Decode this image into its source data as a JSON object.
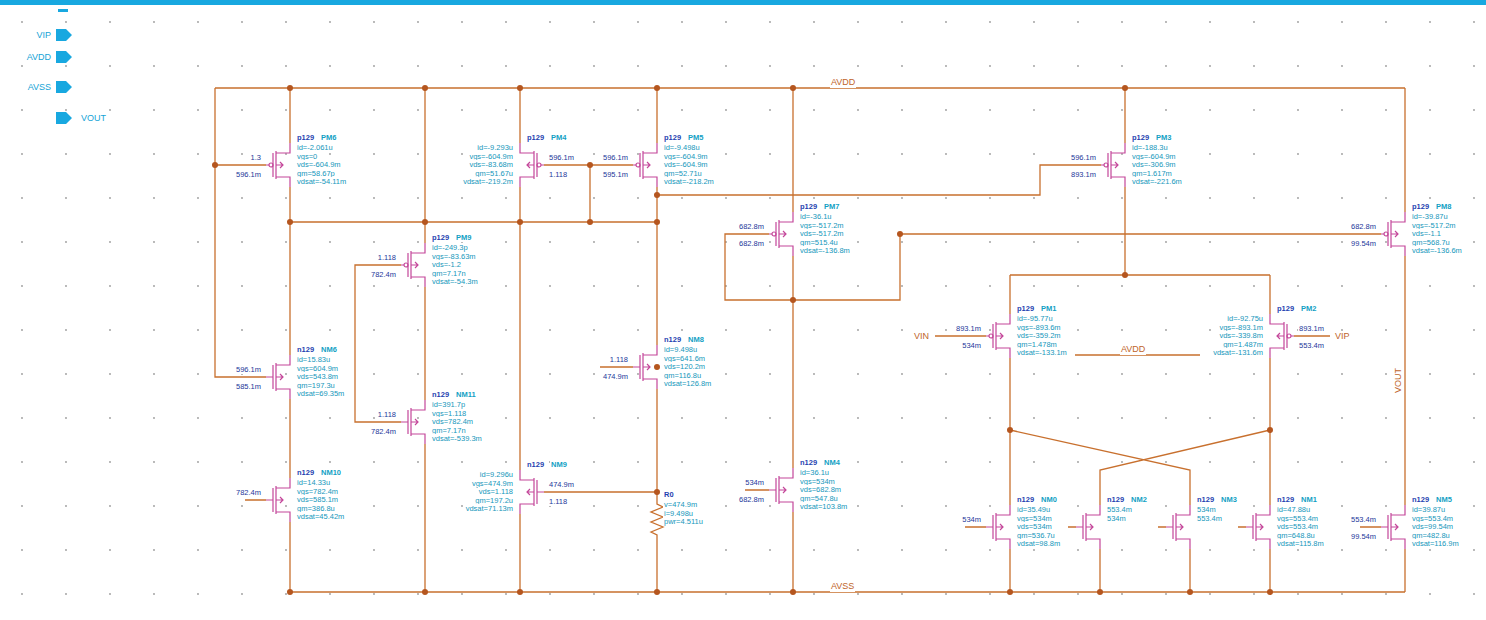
{
  "diagram": {
    "labels": [
      "VIP",
      "AVDD",
      "AVSS",
      "VOUT",
      "AVDD",
      "AVSS",
      "AVDD",
      "VIN",
      "VIP",
      "VOUT",
      "p129",
      "PM6",
      "id=-2.061u",
      "vgs=0",
      "vds=-604.9m",
      "gm=58.67p",
      "vdsat=-54.11m",
      "1.3",
      "596.1m",
      "p129",
      "PM9",
      "id=-249.3p",
      "vgs=-83.63m",
      "vds=-1.2",
      "gm=7.17n",
      "vdsat=-54.3m",
      "1.118",
      "782.4m",
      "p129",
      "PM4",
      "id=-9.293u",
      "vgs=-604.9m",
      "vds=-83.68m",
      "gm=51.67u",
      "vdsat=-219.2m",
      "596.1m",
      "1.118",
      "p129",
      "PM5",
      "id=-9.498u",
      "vgs=-604.9m",
      "vds=-604.9m",
      "gm=52.71u",
      "vdsat=-218.2m",
      "596.1m",
      "595.1m",
      "p129",
      "PM3",
      "id=-188.3u",
      "vgs=-604.9m",
      "vds=-306.9m",
      "gm=1.617m",
      "vdsat=-221.6m",
      "596.1m",
      "893.1m",
      "p129",
      "PM7",
      "id=-36.1u",
      "vgs=-517.2m",
      "vds=-517.2m",
      "gm=515.4u",
      "vdsat=-136.8m",
      "682.8m",
      "682.8m",
      "p129",
      "PM8",
      "id=-39.87u",
      "vgs=-517.2m",
      "vds=-1.1",
      "gm=568.7u",
      "vdsat=-136.6m",
      "682.8m",
      "99.54m",
      "p129",
      "PM1",
      "id=-95.77u",
      "vgs=-893.6m",
      "vds=-359.2m",
      "gm=1.478m",
      "vdsat=-133.1m",
      "893.1m",
      "534m",
      "p129",
      "PM2",
      "id=-92.75u",
      "vgs=-893.1m",
      "vds=-339.8m",
      "gm=1.487m",
      "vdsat=-131.6m",
      "893.1m",
      "553.4m",
      "n129",
      "NM6",
      "id=15.83u",
      "vgs=604.9m",
      "vds=543.8m",
      "gm=197.3u",
      "vdsat=69.35m",
      "596.1m",
      "585.1m",
      "n129",
      "NM10",
      "id=14.33u",
      "vgs=782.4m",
      "vds=585.1m",
      "gm=386.8u",
      "vdsat=45.42m",
      "782.4m",
      "n129",
      "NM11",
      "id=391.7p",
      "vgs=1.118",
      "vds=782.4m",
      "gm=7.17n",
      "vdsat=-539.3m",
      "1.118",
      "782.4m",
      "n129",
      "NM9",
      "id=9.296u",
      "vgs=474.9m",
      "vds=1.118",
      "gm=197.2u",
      "vdsat=71.13m",
      "474.9m",
      "1.118",
      "n129",
      "NM8",
      "id=9.498u",
      "vgs=641.6m",
      "vds=120.2m",
      "gm=116.8u",
      "vdsat=126.8m",
      "1.118",
      "474.9m",
      "R0",
      "v=474.9m",
      "i=9.498u",
      "pwr=4.511u",
      "n129",
      "NM4",
      "id=36.1u",
      "vgs=534m",
      "vds=682.8m",
      "gm=547.8u",
      "vdsat=103.8m",
      "534m",
      "682.8m",
      "n129",
      "NM0",
      "id=35.49u",
      "vgs=534m",
      "vds=534m",
      "gm=536.7u",
      "vdsat=98.8m",
      "534m",
      "n129",
      "NM2",
      "553.4m",
      "534m",
      "n129",
      "NM3",
      "534m",
      "553.4m",
      "n129",
      "NM1",
      "id=47.88u",
      "vgs=553.4m",
      "vds=553.4m",
      "gm=648.8u",
      "vdsat=115.8m",
      "n129",
      "NM5",
      "id=39.87u",
      "vgs=553.4m",
      "vds=99.54m",
      "gm=482.8u",
      "vdsat=116.9m",
      "553.4m",
      "99.54m"
    ]
  }
}
